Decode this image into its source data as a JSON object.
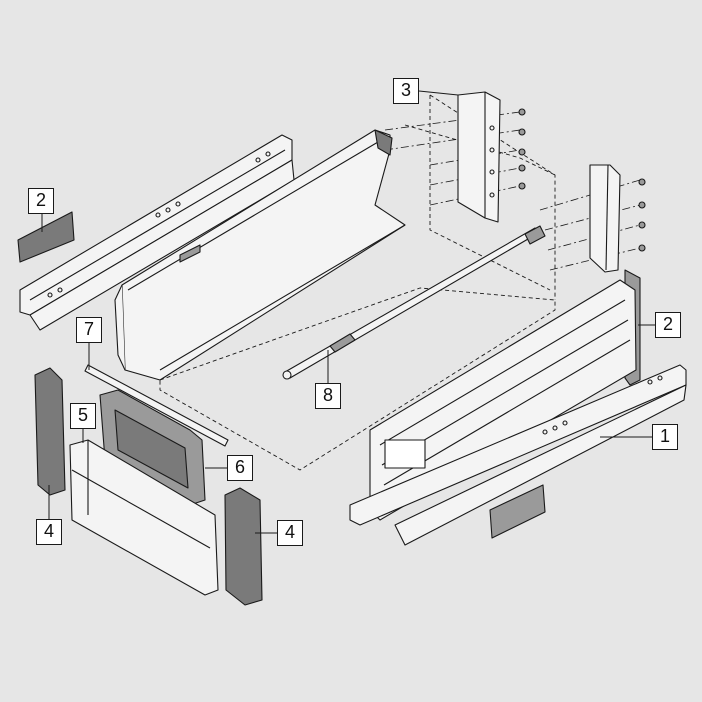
{
  "figure": {
    "background": "#e6e6e6",
    "line_color": "#1a1a1a",
    "part_fill": "#f4f4f4",
    "shade_fill": "#9a9a9a",
    "dark_fill": "#7a7a7a"
  },
  "labels": {
    "l3": "3",
    "l2a": "2",
    "l2b": "2",
    "l7": "7",
    "l8": "8",
    "l5": "5",
    "l1": "1",
    "l6": "6",
    "l4a": "4",
    "l4b": "4"
  }
}
